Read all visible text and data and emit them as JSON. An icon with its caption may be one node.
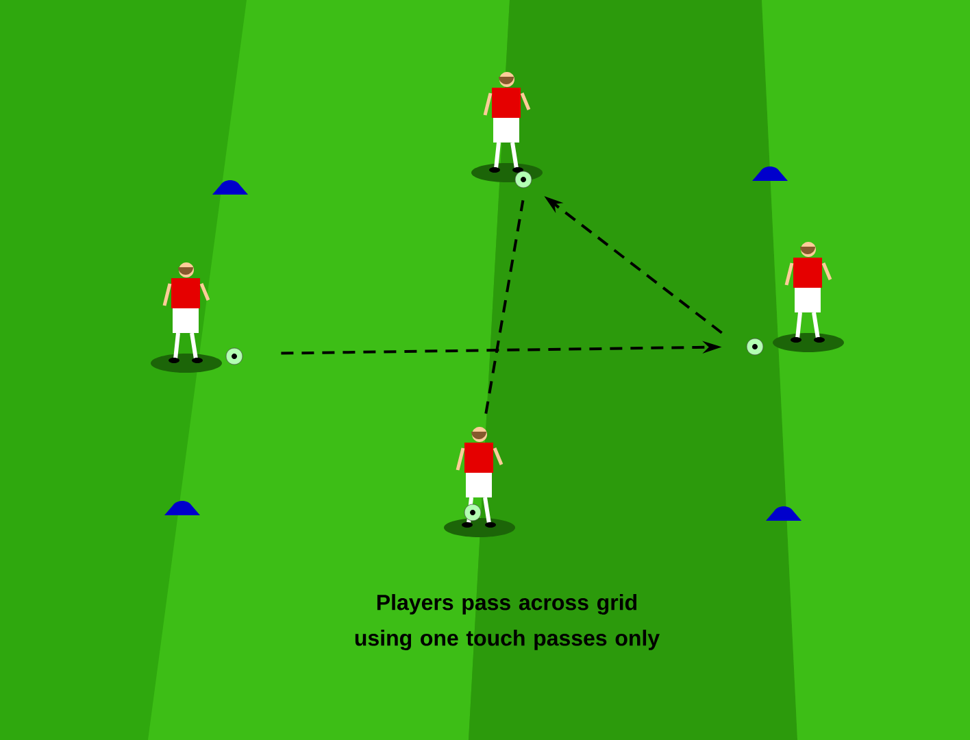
{
  "diagram": {
    "caption": "Players pass across grid using one touch passes only",
    "nodes": [
      {
        "text": [],
        "shape": "person"
      },
      {
        "text": [],
        "shape": "person"
      },
      {
        "text": [],
        "shape": "person"
      },
      {
        "text": [],
        "shape": "person"
      }
    ],
    "edges": [
      {
        "from": 1,
        "to": 2,
        "arrow": "to",
        "style": "dashed"
      },
      {
        "from": 2,
        "to": 0,
        "arrow": "to",
        "style": "dashed"
      },
      {
        "from": 3,
        "to": 0,
        "arrow": "none",
        "style": "dashed"
      }
    ]
  }
}
